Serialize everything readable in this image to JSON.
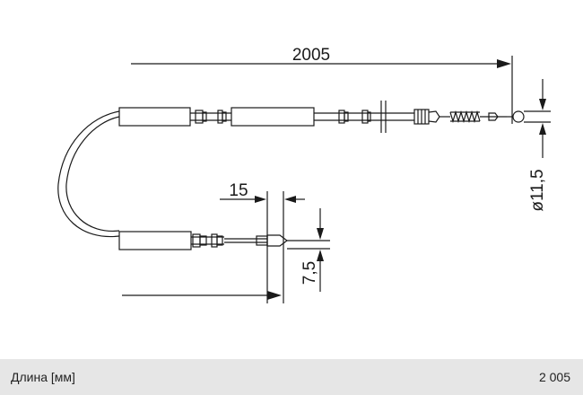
{
  "drawing": {
    "dimensions": {
      "length": "2005",
      "end_offset": "15",
      "diameter": "ø11,5",
      "height": "7,5"
    }
  },
  "spec": {
    "label": "Длина [мм]",
    "value": "2 005"
  }
}
